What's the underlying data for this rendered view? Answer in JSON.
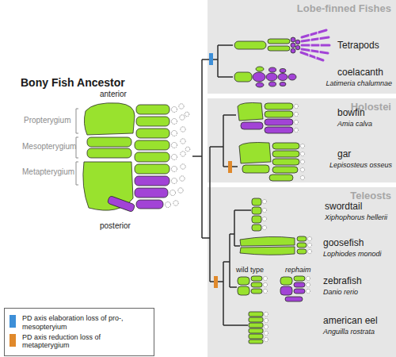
{
  "diagram": {
    "nodes": [
      {
        "text": [
          "Lobe-finned Fishes"
        ]
      },
      {
        "text": [
          "Holostei"
        ]
      },
      {
        "text": [
          "Teleosts"
        ]
      }
    ],
    "labels": [
      "Bony Fish Ancestor",
      "anterior",
      "Propterygium",
      "Mesopterygium",
      "Metapterygium",
      "posterior",
      "Tetrapods",
      "coelacanth",
      "Latimeria chalumnae",
      "bowfin",
      "Amia calva",
      "gar",
      "Lepisosteus osseus",
      "swordtail",
      "Xiphophorus hellerii",
      "goosefish",
      "Lophiodes monodi",
      "wild type",
      "rephaim",
      "zebrafish",
      "Danio rerio",
      "american eel",
      "Anguilla rostrata"
    ],
    "legend": [
      {
        "text": "PD axis elaboration loss of pro-, mesopteryium",
        "color": "#3d8fd8"
      },
      {
        "text": "PD axis reduction loss of metapterygium",
        "color": "#e0892b"
      }
    ]
  }
}
